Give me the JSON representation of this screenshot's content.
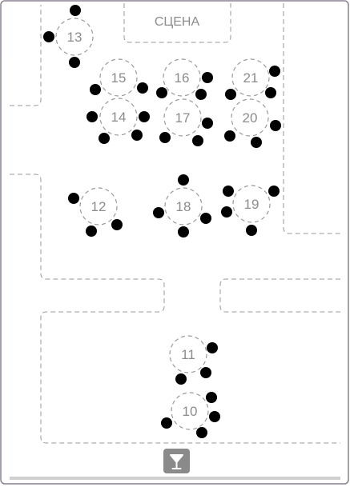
{
  "stage": {
    "label": "СЦЕНА"
  },
  "tables": [
    {
      "number": "13"
    },
    {
      "number": "15"
    },
    {
      "number": "16"
    },
    {
      "number": "21"
    },
    {
      "number": "14"
    },
    {
      "number": "17"
    },
    {
      "number": "20"
    },
    {
      "number": "12"
    },
    {
      "number": "18"
    },
    {
      "number": "19"
    },
    {
      "number": "11"
    },
    {
      "number": "10"
    }
  ],
  "bar": {
    "icon": "cocktail-glass-icon"
  },
  "colors": {
    "frame": "#8a8190",
    "zone_line": "#9a9a9a",
    "seat": "#000000",
    "label": "#8c8c8c",
    "bar_button": "#8a8a8a"
  }
}
